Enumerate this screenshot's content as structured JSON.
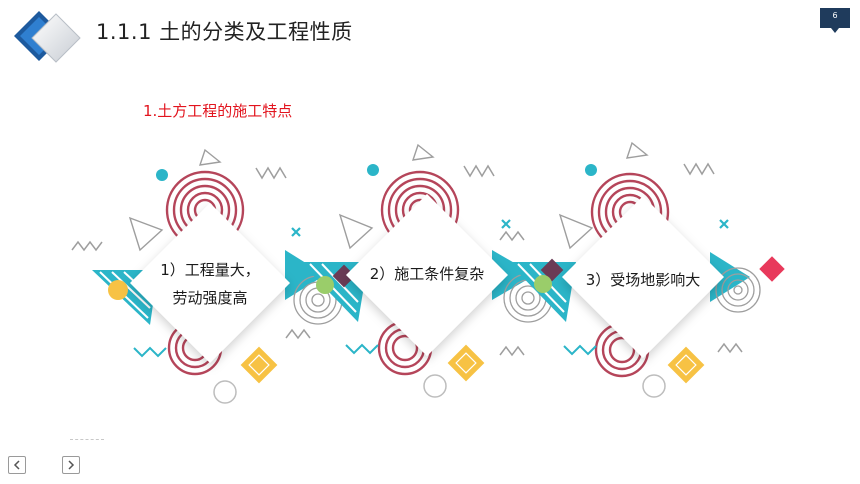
{
  "header": {
    "title": "1.1.1  土的分类及工程性质",
    "page_number": "6"
  },
  "content": {
    "subheading": "1.土方工程的施工特点",
    "cards": [
      {
        "line1": "1）工程量大，",
        "line2": "劳动强度高"
      },
      {
        "line1": "2）施工条件复杂",
        "line2": ""
      },
      {
        "line1": "3）受场地影响大",
        "line2": ""
      }
    ]
  },
  "nav": {
    "prev_icon": "chevron-left-icon",
    "next_icon": "chevron-right-icon"
  },
  "colors": {
    "title_text": "#222222",
    "subheading": "#e2141e",
    "badge": "#1f3b5c",
    "teal": "#2bb5c8",
    "maroon": "#b5455a",
    "yellow": "#f7c244",
    "pink": "#e8395b",
    "green": "#9acd6a"
  }
}
